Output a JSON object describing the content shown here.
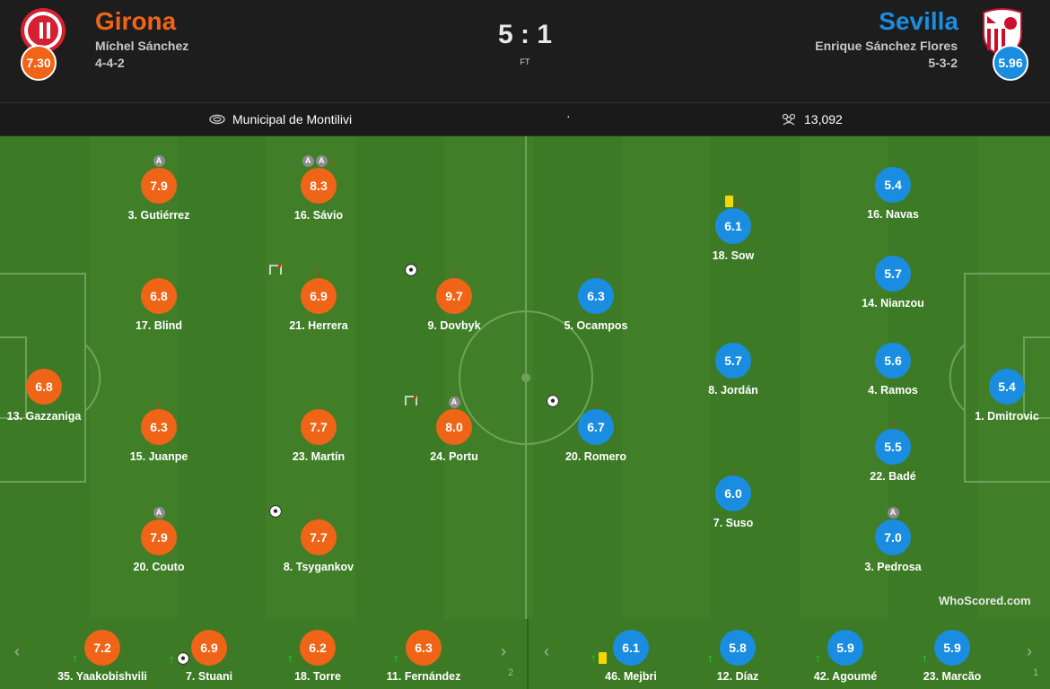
{
  "match": {
    "score": "5 : 1",
    "status": "FT",
    "venue": "Municipal de Montilivi",
    "separator": "·",
    "attendance": "13,092"
  },
  "home": {
    "name": "Girona",
    "coach": "Míchel Sánchez",
    "formation": "4-4-2",
    "rating": "7.30",
    "color": "#f06417"
  },
  "away": {
    "name": "Sevilla",
    "coach": "Enrique Sánchez Flores",
    "formation": "5-3-2",
    "rating": "5.96",
    "color": "#1a8de0"
  },
  "home_players": [
    {
      "label": "13. Gazzaniga",
      "rating": "6.8",
      "icons": []
    },
    {
      "label": "3. Gutiérrez",
      "rating": "7.9",
      "icons": [
        "assist"
      ]
    },
    {
      "label": "17. Blind",
      "rating": "6.8",
      "icons": []
    },
    {
      "label": "15. Juanpe",
      "rating": "6.3",
      "icons": [
        "sub-off"
      ]
    },
    {
      "label": "20. Couto",
      "rating": "7.9",
      "icons": [
        "assist"
      ]
    },
    {
      "label": "16. Sávio",
      "rating": "8.3",
      "icons": [
        "assist",
        "assist",
        "sub-off"
      ]
    },
    {
      "label": "21. Herrera",
      "rating": "6.9",
      "icons": [
        "goal-frame",
        "sub-off"
      ]
    },
    {
      "label": "23. Martín",
      "rating": "7.7",
      "icons": []
    },
    {
      "label": "8. Tsygankov",
      "rating": "7.7",
      "icons": [
        "goal",
        "sub-off"
      ]
    },
    {
      "label": "9. Dovbyk",
      "rating": "9.7",
      "icons": [
        "goal",
        "goal",
        "goal",
        "sub-off"
      ]
    },
    {
      "label": "24. Portu",
      "rating": "8.0",
      "icons": [
        "assist",
        "goal-frame"
      ]
    }
  ],
  "away_players": [
    {
      "label": "1. Dmitrovic",
      "rating": "5.4",
      "icons": []
    },
    {
      "label": "16. Navas",
      "rating": "5.4",
      "icons": []
    },
    {
      "label": "14. Nianzou",
      "rating": "5.7",
      "icons": []
    },
    {
      "label": "4. Ramos",
      "rating": "5.6",
      "icons": []
    },
    {
      "label": "22. Badé",
      "rating": "5.5",
      "icons": [
        "sub-off"
      ]
    },
    {
      "label": "3. Pedrosa",
      "rating": "7.0",
      "icons": [
        "assist"
      ]
    },
    {
      "label": "18. Sow",
      "rating": "6.1",
      "icons": [
        "yellow",
        "sub-off"
      ]
    },
    {
      "label": "8. Jordán",
      "rating": "5.7",
      "icons": []
    },
    {
      "label": "7. Suso",
      "rating": "6.0",
      "icons": [
        "sub-off"
      ]
    },
    {
      "label": "5. Ocampos",
      "rating": "6.3",
      "icons": [
        "sub-off"
      ]
    },
    {
      "label": "20. Romero",
      "rating": "6.7",
      "icons": [
        "goal",
        "sub-off"
      ]
    }
  ],
  "home_subs": [
    {
      "label": "35. Yaakobishvili",
      "rating": "7.2"
    },
    {
      "label": "7. Stuani",
      "rating": "6.9"
    },
    {
      "label": "18. Torre",
      "rating": "6.2"
    },
    {
      "label": "11. Fernández",
      "rating": "6.3"
    }
  ],
  "away_subs": [
    {
      "label": "46. Mejbri",
      "rating": "6.1"
    },
    {
      "label": "12. Díaz",
      "rating": "5.8"
    },
    {
      "label": "42. Agoumé",
      "rating": "5.9"
    },
    {
      "label": "23. Marcão",
      "rating": "5.9"
    }
  ],
  "bench_nav": {
    "prev": "‹",
    "next": "›",
    "home_page": "2",
    "away_page": "1"
  },
  "watermark": {
    "brand": "WhoScored",
    "suffix": ".com"
  }
}
